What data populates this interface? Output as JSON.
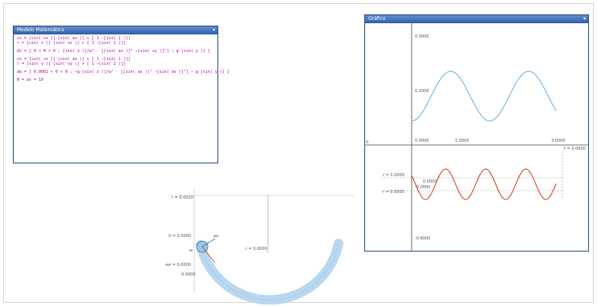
{
  "math_panel": {
    "title": "Modelo Matemático",
    "lines": [
      {
        "text": "vx = [sin( vx )]·[sin( av )] + [ 1 −[sin( 1 )]]",
        "tall": false
      },
      {
        "text": "r = [sin( x )]·[sin( vx )] + [ 1 −[sin( 1 )]]",
        "tall": false
      },
      {
        "text": "dv = [ 0 < θ < 0 ; [sin( z )]/w² · [[sin( av )]² −[sin( vy )]²] − g·[sin( y )] ]",
        "tall": true
      },
      {
        "text": "vx = [sin( vx )]·[sin( av )] + [ 1 −[sin( 1 )]]",
        "tall": false
      },
      {
        "text": "r = [sin( y )]·[sin( vy )] + [ 1 −[sin( 1 )]]",
        "tall": false
      },
      {
        "text": "dw = [ 0.0002 < θ < 0 ; −g·[sin( z )]/w² · [[sin( av )]² −[sin( av )]²] − g·[sin( y )] ]",
        "tall": true
      },
      {
        "text": "θ = av = 10",
        "tall": false
      }
    ]
  },
  "graph_panel": {
    "title": "Gráfico",
    "x_tick_labels": [
      "0.0000",
      "1.0000",
      "3.0000"
    ],
    "y_tick_labels": [
      "0.5000",
      "0.2000",
      "-0.0000",
      "-0.6000"
    ],
    "annotations": [
      "0.0000",
      "t = 0.0000",
      "r = 0.0000",
      "0.0000",
      "r = 0.0000"
    ]
  },
  "simulation": {
    "labels": [
      "r = 0.0010",
      "0 = 0.0000",
      "ax",
      "w",
      "r = 0.0000",
      "aw = 0.0000",
      "0.0000"
    ]
  },
  "colors": {
    "title_bar": "#2f5ea8",
    "formula_text": "#b4009e",
    "blue_curve": "#6aaedc",
    "red_curve": "#d03a1a"
  }
}
